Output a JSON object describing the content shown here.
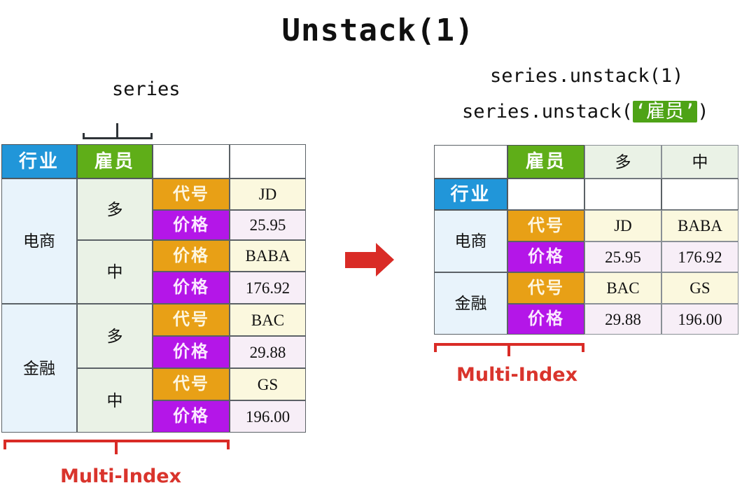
{
  "title": "Unstack(1)",
  "captions": {
    "series_label": "series",
    "code_line1": "series.unstack(1)",
    "code_line2_prefix": "series.unstack(",
    "code_line2_arg": "‘雇员’",
    "code_line2_suffix": ")"
  },
  "annotations": {
    "multi_index_left": "Multi-Index",
    "multi_index_right": "Multi-Index",
    "arrow": "right-arrow"
  },
  "colors": {
    "industry_header": "#2196d9",
    "employee_header": "#5fae18",
    "code_label": "#e8a016",
    "price_label": "#b416e8",
    "accent_red": "#d92b26",
    "highlight_green": "#4ea316"
  },
  "left_table": {
    "header": {
      "industry": "行业",
      "employee": "雇员",
      "blank1": "",
      "blank2": ""
    },
    "groups": [
      {
        "industry": "电商",
        "employee_groups": [
          {
            "employee": "多",
            "rows": [
              {
                "label": "代号",
                "label_kind": "code",
                "value": "JD"
              },
              {
                "label": "价格",
                "label_kind": "price",
                "value": "25.95"
              }
            ]
          },
          {
            "employee": "中",
            "rows": [
              {
                "label": "价格",
                "label_kind": "code",
                "value": "BABA"
              },
              {
                "label": "价格",
                "label_kind": "price",
                "value": "176.92"
              }
            ]
          }
        ]
      },
      {
        "industry": "金融",
        "employee_groups": [
          {
            "employee": "多",
            "rows": [
              {
                "label": "代号",
                "label_kind": "code",
                "value": "BAC"
              },
              {
                "label": "价格",
                "label_kind": "price",
                "value": "29.88"
              }
            ]
          },
          {
            "employee": "中",
            "rows": [
              {
                "label": "代号",
                "label_kind": "code",
                "value": "GS"
              },
              {
                "label": "价格",
                "label_kind": "price",
                "value": "196.00"
              }
            ]
          }
        ]
      }
    ]
  },
  "right_table": {
    "col_header": {
      "corner": "",
      "employee": "雇员",
      "values": [
        "多",
        "中"
      ]
    },
    "row_header": {
      "industry": "行业",
      "blanks": [
        "",
        "",
        ""
      ]
    },
    "groups": [
      {
        "industry": "电商",
        "rows": [
          {
            "label": "代号",
            "label_kind": "code",
            "values": [
              "JD",
              "BABA"
            ]
          },
          {
            "label": "价格",
            "label_kind": "price",
            "values": [
              "25.95",
              "176.92"
            ]
          }
        ]
      },
      {
        "industry": "金融",
        "rows": [
          {
            "label": "代号",
            "label_kind": "code",
            "values": [
              "BAC",
              "GS"
            ]
          },
          {
            "label": "价格",
            "label_kind": "price",
            "values": [
              "29.88",
              "196.00"
            ]
          }
        ]
      }
    ]
  }
}
